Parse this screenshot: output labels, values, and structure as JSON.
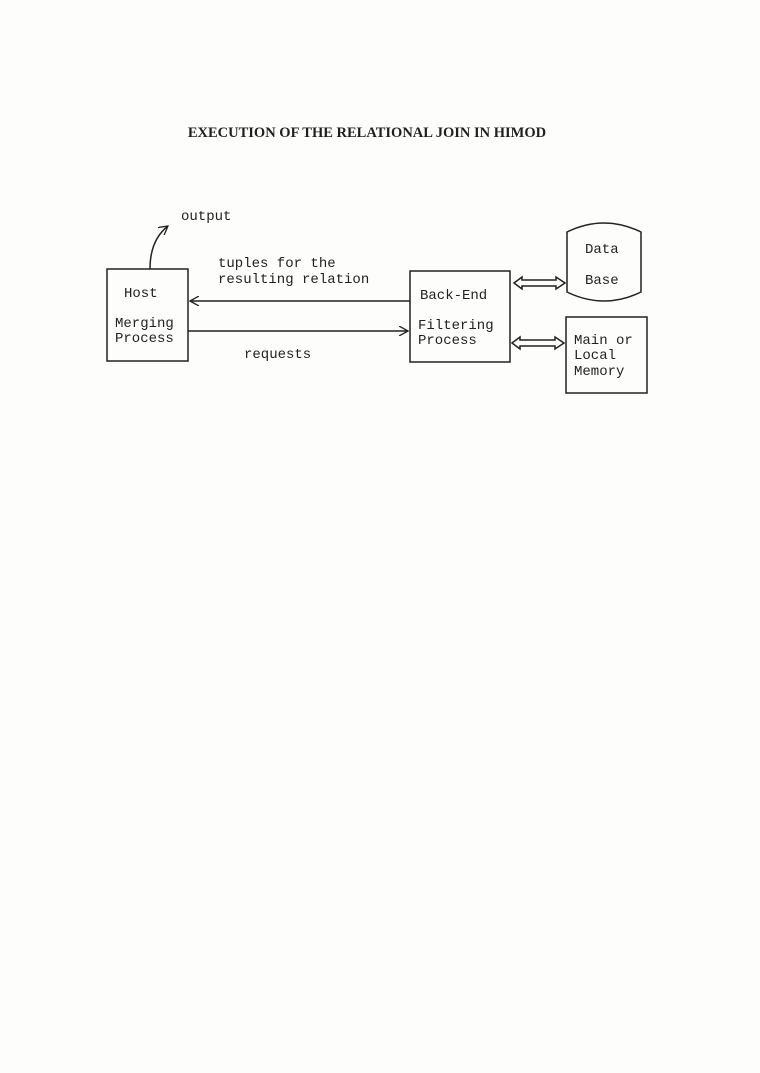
{
  "title": "EXECUTION OF THE RELATIONAL JOIN IN HIMOD",
  "labels": {
    "output": "output",
    "tuples_line1": "tuples for the",
    "tuples_line2": "resulting relation",
    "requests": "requests"
  },
  "host": {
    "line1": "Host",
    "line2": "Merging",
    "line3": "Process"
  },
  "backend": {
    "line1": "Back-End",
    "line2": "Filtering",
    "line3": "Process"
  },
  "database": {
    "line1": "Data",
    "line2": "Base"
  },
  "memory": {
    "line1": "Main or",
    "line2": "Local",
    "line3": "Memory"
  }
}
